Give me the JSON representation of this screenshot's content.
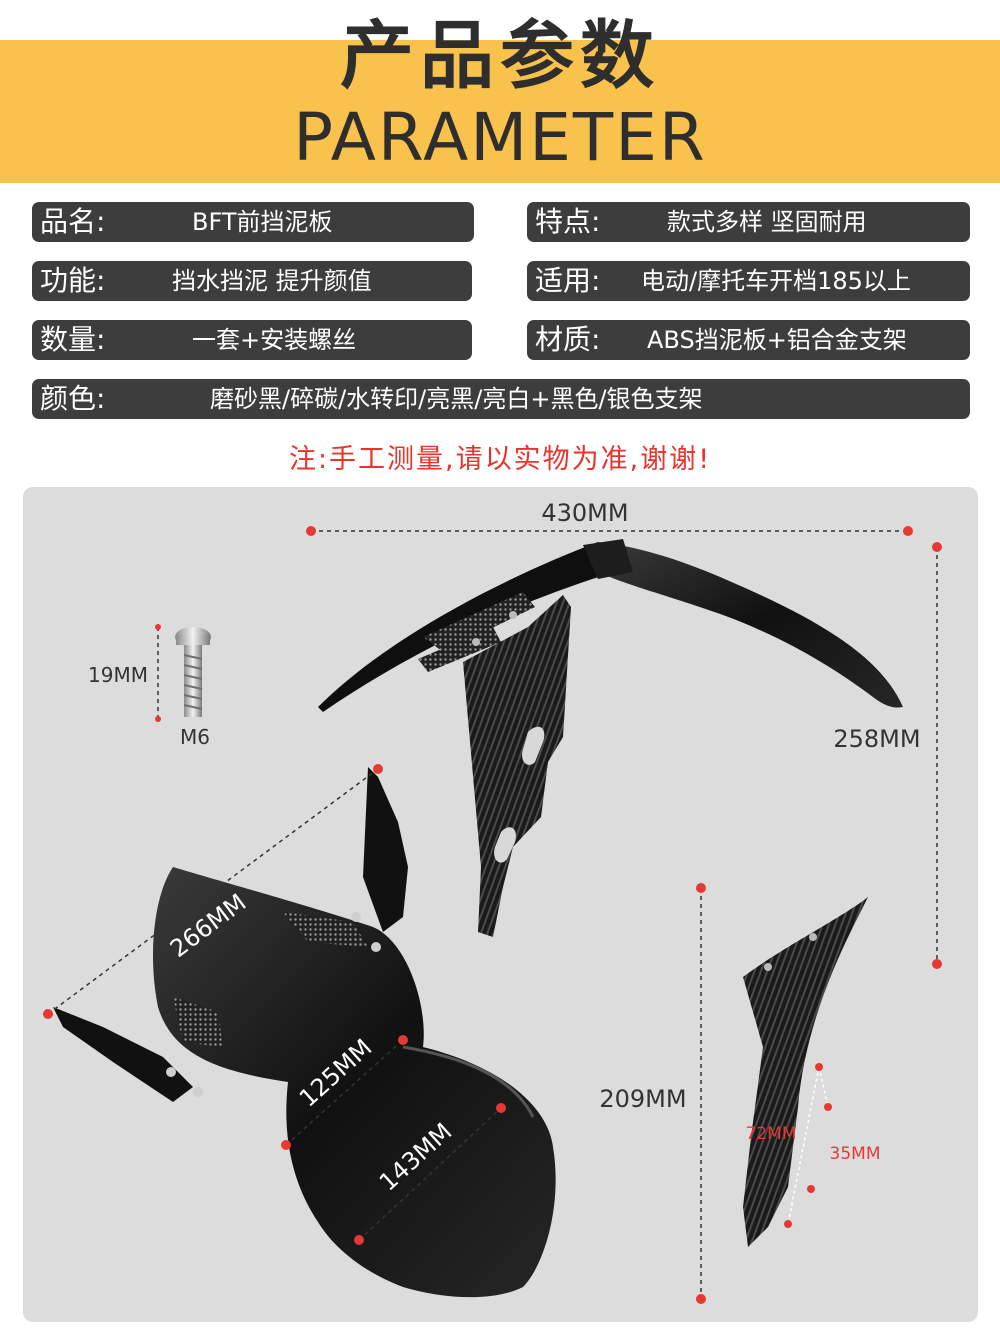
{
  "header": {
    "title_cn": "产品参数",
    "title_en": "PARAMETER"
  },
  "specs": {
    "name": {
      "label": "品名:",
      "value": "BFT前挡泥板"
    },
    "feature": {
      "label": "特点:",
      "value": "款式多样 坚固耐用"
    },
    "function": {
      "label": "功能:",
      "value": "挡水挡泥 提升颜值"
    },
    "fit": {
      "label": "适用:",
      "value": "电动/摩托车开档185以上"
    },
    "quantity": {
      "label": "数量:",
      "value": "一套+安装螺丝"
    },
    "material": {
      "label": "材质:",
      "value": "ABS挡泥板+铝合金支架"
    },
    "color": {
      "label": "颜色:",
      "value": "磨砂黑/碎碳/水转印/亮黑/亮白+黑色/银色支架"
    }
  },
  "note": "注:手工测量,请以实物为准,谢谢!",
  "dimensions": {
    "width": "430MM",
    "height": "258MM",
    "screw_length": "19MM",
    "screw_size": "M6",
    "diagonal": "266MM",
    "mid_width": "125MM",
    "tip_width": "143MM",
    "bracket_height": "209MM",
    "bracket_slot": "72MM",
    "bracket_hole": "35MM"
  },
  "colors": {
    "banner": "#f9c24c",
    "label_bg": "#3d3d3d",
    "note": "#e9332c",
    "marker": "#e53935",
    "panel": "#dcdcdc"
  }
}
